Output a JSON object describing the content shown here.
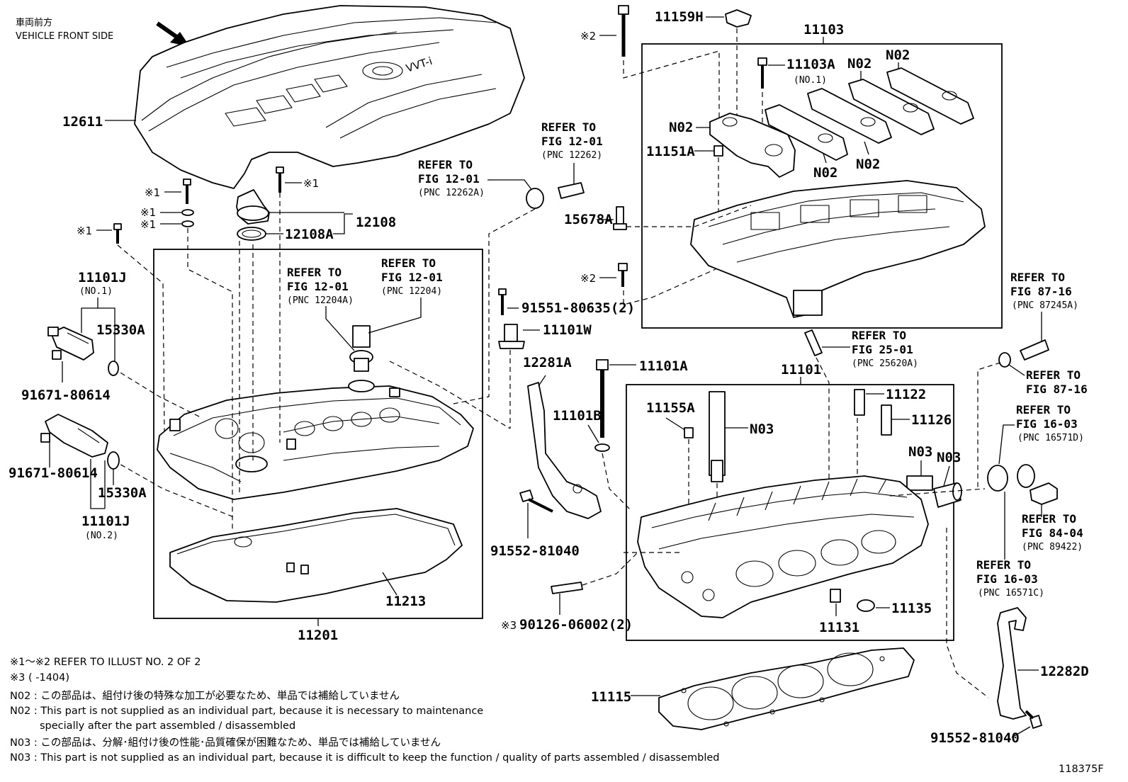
{
  "header": {
    "jp": "車両前方",
    "en": "VEHICLE FRONT SIDE"
  },
  "parts": {
    "p12611": "12611",
    "p12108": "12108",
    "p12108A": "12108A",
    "p11101J_1": "11101J",
    "p11101J_1_sub": "(NO.1)",
    "p15330A_1": "15330A",
    "p91671_1": "91671-80614",
    "p91671_2": "91671-80614",
    "p15330A_2": "15330A",
    "p11101J_2": "11101J",
    "p11101J_2_sub": "(NO.2)",
    "p11213": "11213",
    "p11201": "11201",
    "p11159H": "11159H",
    "p11103": "11103",
    "p11103A": "11103A",
    "p11103A_sub": "(NO.1)",
    "p11151A": "11151A",
    "p15678A": "15678A",
    "p91551": "91551-80635(2)",
    "p11101W": "11101W",
    "p12281A": "12281A",
    "p11101A": "11101A",
    "p11101B": "11101B",
    "p91552_1": "91552-81040",
    "p90126": "90126-06002(2)",
    "p11101": "11101",
    "p11155A": "11155A",
    "p11122": "11122",
    "p11126": "11126",
    "p11135": "11135",
    "p11131": "11131",
    "p11115": "11115",
    "p12282D": "12282D",
    "p91552_2": "91552-81040",
    "n02_a": "N02",
    "n02_b": "N02",
    "n02_c": "N02",
    "n02_d": "N02",
    "n02_e": "N02",
    "n03_a": "N03",
    "n03_b": "N03",
    "n03_c": "N03"
  },
  "marks": {
    "m1_a": "※1",
    "m1_b": "※1",
    "m1_c": "※1",
    "m1_d": "※1",
    "m1_e": "※1",
    "m2_a": "※2",
    "m2_b": "※2",
    "m3": "※3"
  },
  "refs": {
    "r1": {
      "line1": "REFER TO",
      "line2": "FIG 12-01",
      "pnc": "(PNC 12262)"
    },
    "r2": {
      "line1": "REFER TO",
      "line2": "FIG 12-01",
      "pnc": "(PNC 12262A)"
    },
    "r3": {
      "line1": "REFER TO",
      "line2": "FIG 12-01",
      "pnc": "(PNC 12204A)"
    },
    "r4": {
      "line1": "REFER TO",
      "line2": "FIG 12-01",
      "pnc": "(PNC 12204)"
    },
    "r5": {
      "line1": "REFER TO",
      "line2": "FIG 25-01",
      "pnc": "(PNC 25620A)"
    },
    "r6": {
      "line1": "REFER TO",
      "line2": "FIG 87-16",
      "pnc": "(PNC 87245A)"
    },
    "r7": {
      "line1": "REFER TO",
      "line2": "FIG 87-16"
    },
    "r8": {
      "line1": "REFER TO",
      "line2": "FIG 16-03",
      "pnc": "(PNC 16571D)"
    },
    "r9": {
      "line1": "REFER TO",
      "line2": "FIG 84-04",
      "pnc": "(PNC 89422)"
    },
    "r10": {
      "line1": "REFER TO",
      "line2": "FIG 16-03",
      "pnc": "(PNC 16571C)"
    }
  },
  "notes": {
    "n1": "※1～※2  REFER TO ILLUST NO. 2 OF 2",
    "n2": "※3 (      -1404)",
    "n3": "N02 : この部品は、組付け後の特殊な加工が必要なため、単品では補給していません",
    "n4": "N02 : This part is not supplied as an individual part, because it is necessary to maintenance",
    "n5": "specially after the part assembled / disassembled",
    "n6": "N03 : この部品は、分解･組付け後の性能･品質確保が困難なため、単品では補給していません",
    "n7": "N03 : This part is not supplied as an individual part, because it is difficult to keep the function / quality of parts  assembled / disassembled"
  },
  "figure_id": "118375F"
}
